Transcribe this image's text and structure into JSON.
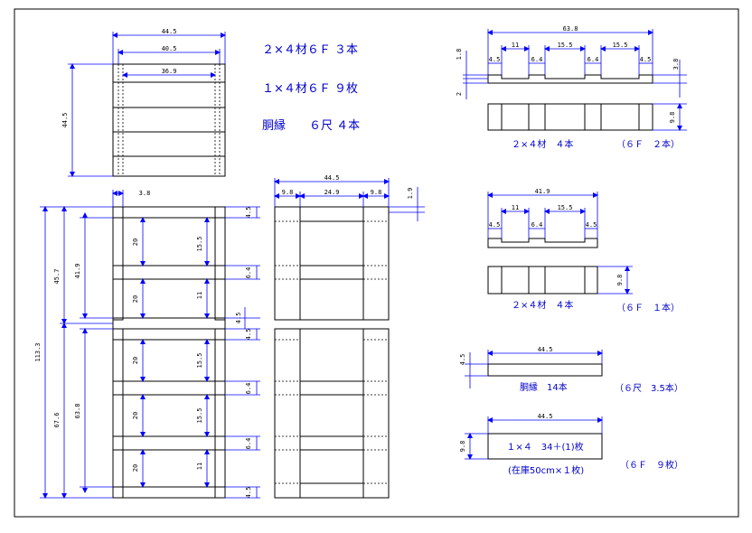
{
  "materials": {
    "line1": "２×４材６Ｆ ３本",
    "line2": "１×４材６Ｆ ９枚",
    "line3": "胴縁　　６尺 ４本"
  },
  "top_view": {
    "w_outer": "44.5",
    "w_mid": "40.5",
    "w_inner": "36.9",
    "h": "44.5"
  },
  "front_view": {
    "w_post": "3.8",
    "total_h": "113.3",
    "upper_h": "45.7",
    "upper_inner": "41.9",
    "lower_h": "67.6",
    "lower_inner": "63.8",
    "gap": "20",
    "gap_a": "15.5",
    "gap_b": "11",
    "t_board": "4.5",
    "t_side": "6.4"
  },
  "side_view": {
    "w": "44.5",
    "w_a": "9.8",
    "w_mid": "24.9",
    "w_b": "9.8",
    "t": "1.9"
  },
  "part_a": {
    "total": "63.8",
    "seg1": "11",
    "seg2": "15.5",
    "seg3": "15.5",
    "notch": "6.4",
    "end": "4.5",
    "t1": "1.8",
    "t2": "2",
    "t3": "3.8",
    "h": "9.8",
    "label": "２×４材　４本",
    "note": "（６Ｆ　２本）"
  },
  "part_b": {
    "total": "41.9",
    "seg1": "11",
    "seg2": "15.5",
    "notch": "6.4",
    "end": "4.5",
    "h": "9.8",
    "label": "２×４材　４本",
    "note": "（６Ｆ　１本）"
  },
  "part_c": {
    "w": "44.5",
    "t": "4.5",
    "label": "胴縁　14本",
    "note": "（６尺　3.5本）"
  },
  "part_d": {
    "w": "44.5",
    "h": "9.8",
    "inner": "１×４　34＋(1)枚",
    "sub": "(在庫50cm×１枚)",
    "note": "（６Ｆ　９枚）"
  },
  "colors": {
    "dimension": "#0000ff",
    "label": "#0000cc",
    "line": "#000000"
  }
}
